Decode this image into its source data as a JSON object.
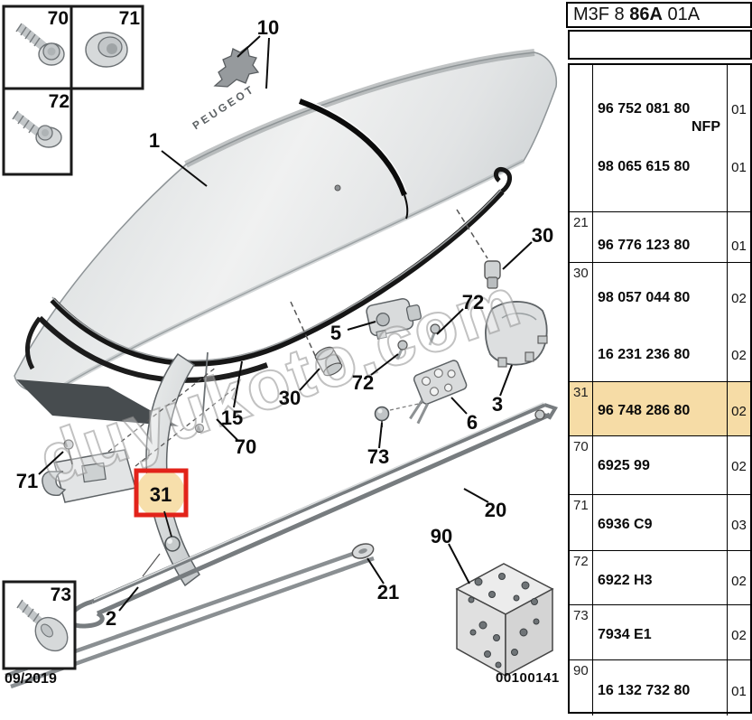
{
  "header": {
    "prefix": "M3F 8",
    "bold": "86A",
    "suffix": "01A"
  },
  "table": {
    "highlight_color": "#f6dca6",
    "groups": [
      {
        "ref": "",
        "parts": [
          {
            "number": "96 752 081 80",
            "qty": "01"
          },
          {
            "number": "NFP",
            "qty": ""
          },
          {
            "number": "98 065 615 80",
            "qty": "01"
          }
        ]
      },
      {
        "ref": "21",
        "parts": [
          {
            "number": "96 776 123 80",
            "qty": "01"
          }
        ]
      },
      {
        "ref": "30",
        "parts": [
          {
            "number": "98 057 044 80",
            "qty": "02"
          },
          {
            "number": "16 231 236 80",
            "qty": "02"
          }
        ]
      },
      {
        "ref": "31",
        "parts": [
          {
            "number": "96 748 286 80",
            "qty": "02"
          }
        ],
        "highlighted": true
      },
      {
        "ref": "70",
        "parts": [
          {
            "number": "6925 99",
            "qty": "02"
          }
        ]
      },
      {
        "ref": "71",
        "parts": [
          {
            "number": "6936 C9",
            "qty": "03"
          }
        ]
      },
      {
        "ref": "72",
        "parts": [
          {
            "number": "6922 H3",
            "qty": "02"
          }
        ]
      },
      {
        "ref": "73",
        "parts": [
          {
            "number": "7934 E1",
            "qty": "02"
          }
        ]
      },
      {
        "ref": "90",
        "parts": [
          {
            "number": "16 132 732 80",
            "qty": "01"
          }
        ]
      }
    ]
  },
  "diagram": {
    "watermark": "duyukoto.com",
    "date": "09/2019",
    "drawing_number": "00100141",
    "emblem_text": "PEUGEOT",
    "highlight": {
      "ref": "31",
      "box_color": "#e2231a",
      "circle_color": "#f7dfab"
    },
    "labels": {
      "lid": "1",
      "hinge_arm": "2",
      "latch": "3",
      "lock": "5",
      "plate": "6",
      "emblem": "10",
      "seal": "15",
      "rod": "20",
      "clip": "21",
      "plug": "30",
      "grommet": "30",
      "stud": "31",
      "hinge_bolt": "70",
      "hinge_nut": "71",
      "screw_top": "72",
      "screw_mid": "72",
      "ball_stud": "73",
      "kit": "90",
      "box70": "70",
      "box71": "71",
      "box72": "72",
      "box73": "73"
    }
  }
}
